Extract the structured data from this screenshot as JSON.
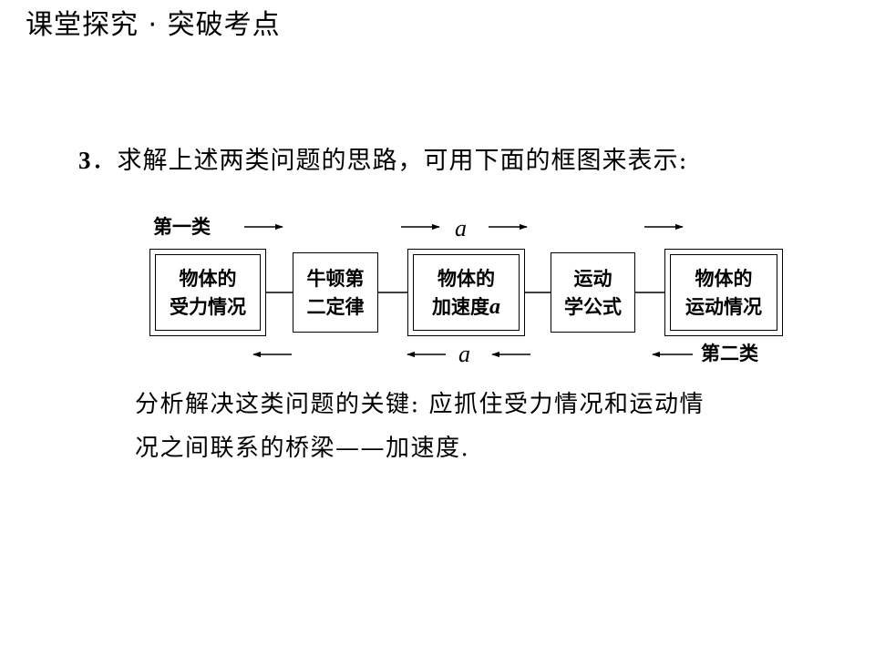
{
  "header": {
    "title": "课堂探究 · 突破考点"
  },
  "point": {
    "number": "3",
    "text": "．求解上述两类问题的思路，可用下面的框图来表示:"
  },
  "diagram": {
    "label_first": "第一类",
    "label_second": "第二类",
    "acc_symbol_top": "a",
    "acc_symbol_bottom": "a",
    "boxes": [
      {
        "line1": "物体的",
        "line2": "受力情况"
      },
      {
        "line1": "牛顿第",
        "line2": "二定律"
      },
      {
        "line1": "物体的",
        "line2": "加速度",
        "var": "a"
      },
      {
        "line1": "运动",
        "line2": "学公式"
      },
      {
        "line1": "物体的",
        "line2": "运动情况"
      }
    ]
  },
  "conclusion": {
    "line1": "分析解决这类问题的关键: 应抓住受力情况和运动情",
    "line2": "况之间联系的桥梁——加速度."
  }
}
